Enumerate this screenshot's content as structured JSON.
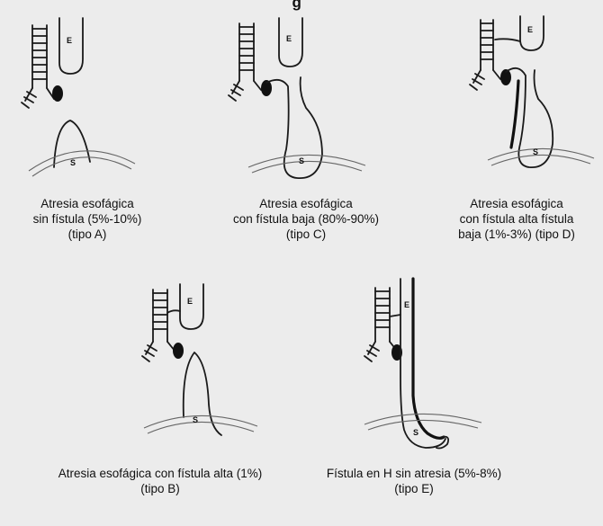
{
  "title_fragment": "g",
  "labels": {
    "esophagus": "E",
    "stomach": "S"
  },
  "panels": [
    {
      "id": "tipo-a",
      "caption": [
        "Atresia esofágica",
        "sin fístula (5%-10%)",
        "(tipo A)"
      ]
    },
    {
      "id": "tipo-c",
      "caption": [
        "Atresia esofágica",
        "con fístula baja (80%-90%)",
        "(tipo C)"
      ]
    },
    {
      "id": "tipo-d",
      "caption": [
        "Atresia esofágica",
        "con fístula alta fístula",
        "baja (1%-3%) (tipo D)"
      ]
    },
    {
      "id": "tipo-b",
      "caption": [
        "Atresia esofágica con fístula alta (1%)",
        "(tipo B)"
      ]
    },
    {
      "id": "tipo-e",
      "caption": [
        "Fístula en H sin atresia (5%-8%)",
        "(tipo E)"
      ]
    }
  ]
}
